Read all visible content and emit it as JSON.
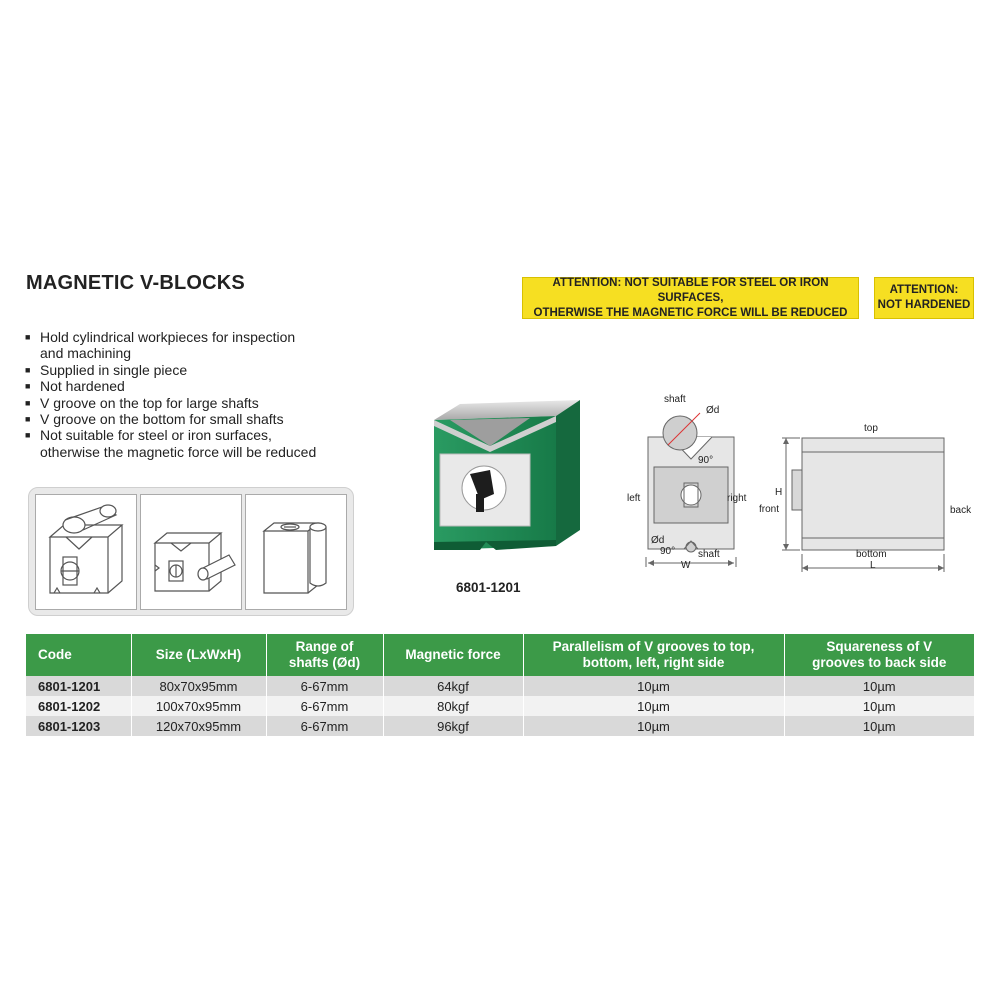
{
  "title": "MAGNETIC V-BLOCKS",
  "attention": {
    "left_line1": "ATTENTION: NOT SUITABLE FOR STEEL OR IRON SURFACES,",
    "left_line2": "OTHERWISE THE MAGNETIC FORCE WILL BE REDUCED",
    "right_line1": "ATTENTION:",
    "right_line2": "NOT HARDENED"
  },
  "features": [
    "Hold cylindrical workpieces for inspection",
    "and machining",
    "Supplied in single piece",
    "Not hardened",
    "V groove on the top for large shafts",
    "V groove on the bottom for small shafts",
    "Not suitable for steel or iron surfaces,",
    "otherwise the magnetic force will be reduced"
  ],
  "model_label": "6801-1201",
  "diagram": {
    "shaft_top": "shaft",
    "dia_top": "Ød",
    "angle_top": "90°",
    "left": "left",
    "right": "right",
    "dia_bottom": "Ød",
    "angle_bottom": "90°",
    "shaft_bottom": "shaft",
    "width": "W",
    "top": "top",
    "height": "H",
    "front": "front",
    "back": "back",
    "bottom": "bottom",
    "length": "L"
  },
  "table": {
    "headers": [
      [
        "Code"
      ],
      [
        "Size (LxWxH)"
      ],
      [
        "Range of",
        "shafts (Ød)"
      ],
      [
        "Magnetic force"
      ],
      [
        "Parallelism of V grooves to top,",
        "bottom, left, right side"
      ],
      [
        "Squareness of V",
        "grooves to back side"
      ]
    ],
    "rows": [
      [
        "6801-1201",
        "80x70x95mm",
        "6-67mm",
        "64kgf",
        "10µm",
        "10µm"
      ],
      [
        "6801-1202",
        "100x70x95mm",
        "6-67mm",
        "80kgf",
        "10µm",
        "10µm"
      ],
      [
        "6801-1203",
        "120x70x95mm",
        "6-67mm",
        "96kgf",
        "10µm",
        "10µm"
      ]
    ]
  },
  "colors": {
    "table_header": "#3c9a48",
    "attention_bg": "#f6df22",
    "block_green": "#1e8a55"
  }
}
